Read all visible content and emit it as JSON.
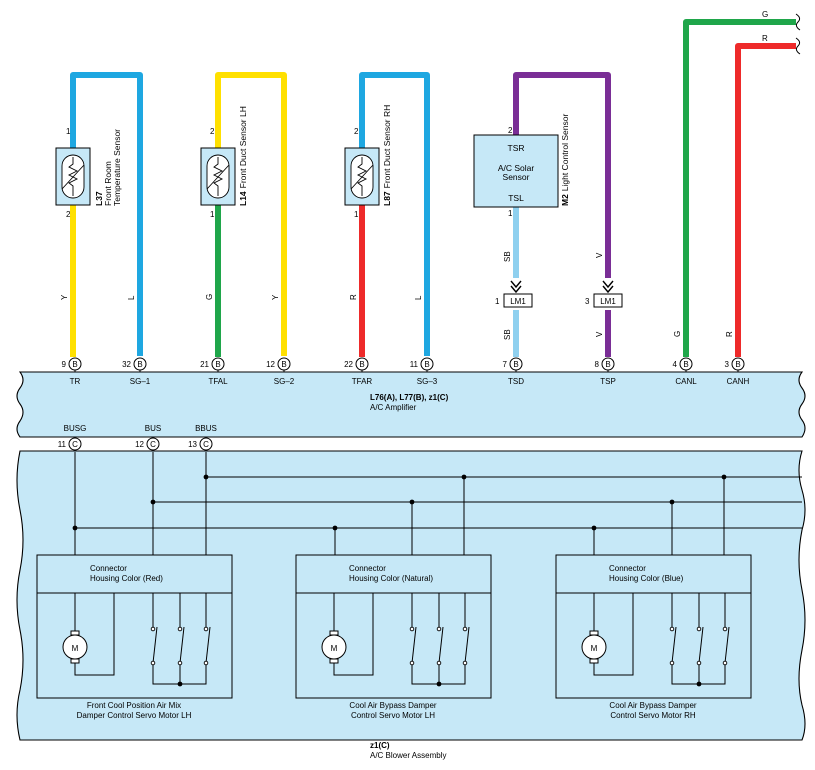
{
  "sensors": {
    "l37": {
      "code": "L37",
      "name_line1": "Front Room",
      "name_line2": "Temperature Sensor",
      "pin_top": "1",
      "pin_bottom": "2"
    },
    "l14": {
      "code": "L14",
      "name": "Front Duct Sensor LH",
      "pin_top": "2",
      "pin_bottom": "1"
    },
    "l87": {
      "code": "L87",
      "name": "Front Duct Sensor RH",
      "pin_top": "2",
      "pin_bottom": "1"
    },
    "m2": {
      "code": "M2",
      "name": "Light Control Sensor",
      "box_top": "TSR",
      "box_line1": "A/C Solar",
      "box_line2": "Sensor",
      "box_bottom": "TSL",
      "pin_top": "2",
      "pin_bottom": "1"
    }
  },
  "wire_colors": {
    "blue": "#1ea7e1",
    "yellow": "#ffe000",
    "green": "#1fa64a",
    "red": "#ee2a2a",
    "purple": "#7a2e96",
    "light_blue": "#8fd0ef",
    "panel_fill": "#c6e8f7"
  },
  "wire_labels": {
    "y_tr": "Y",
    "l_sg1": "L",
    "g_tfal": "G",
    "y_sg2": "Y",
    "r_tfar": "R",
    "l_sg3": "L",
    "sb_upper": "SB",
    "v_upper": "V",
    "sb_lower": "SB",
    "v_lower": "V",
    "g_canl": "G",
    "r_canh": "R",
    "g_top": "G",
    "r_top": "R"
  },
  "joints": {
    "lm1_left": {
      "pin": "1",
      "label": "LM1"
    },
    "lm1_right": {
      "pin": "3",
      "label": "LM1"
    }
  },
  "amplifier": {
    "codes": "L76(A), L77(B), z1(C)",
    "name": "A/C Amplifier",
    "top_pins": [
      {
        "num": "9",
        "conn": "B",
        "label": "TR"
      },
      {
        "num": "32",
        "conn": "B",
        "label": "SG–1"
      },
      {
        "num": "21",
        "conn": "B",
        "label": "TFAL"
      },
      {
        "num": "12",
        "conn": "B",
        "label": "SG–2"
      },
      {
        "num": "22",
        "conn": "B",
        "label": "TFAR"
      },
      {
        "num": "11",
        "conn": "B",
        "label": "SG–3"
      },
      {
        "num": "7",
        "conn": "B",
        "label": "TSD"
      },
      {
        "num": "8",
        "conn": "B",
        "label": "TSP"
      },
      {
        "num": "4",
        "conn": "B",
        "label": "CANL"
      },
      {
        "num": "3",
        "conn": "B",
        "label": "CANH"
      }
    ],
    "bottom_pins": [
      {
        "num": "11",
        "conn": "C",
        "label": "BUSG"
      },
      {
        "num": "12",
        "conn": "C",
        "label": "BUS"
      },
      {
        "num": "13",
        "conn": "C",
        "label": "BBUS"
      }
    ]
  },
  "servos": [
    {
      "header_line1": "Connector",
      "header_line2": "Housing Color (Red)",
      "caption_line1": "Front Cool Position Air Mix",
      "caption_line2": "Damper Control Servo Motor LH",
      "motor": "M"
    },
    {
      "header_line1": "Connector",
      "header_line2": "Housing Color (Natural)",
      "caption_line1": "Cool Air Bypass Damper",
      "caption_line2": "Control Servo Motor LH",
      "motor": "M"
    },
    {
      "header_line1": "Connector",
      "header_line2": "Housing Color (Blue)",
      "caption_line1": "Cool Air Bypass Damper",
      "caption_line2": "Control Servo Motor RH",
      "motor": "M"
    }
  ],
  "blower": {
    "code": "z1(C)",
    "name": "A/C Blower Assembly"
  }
}
